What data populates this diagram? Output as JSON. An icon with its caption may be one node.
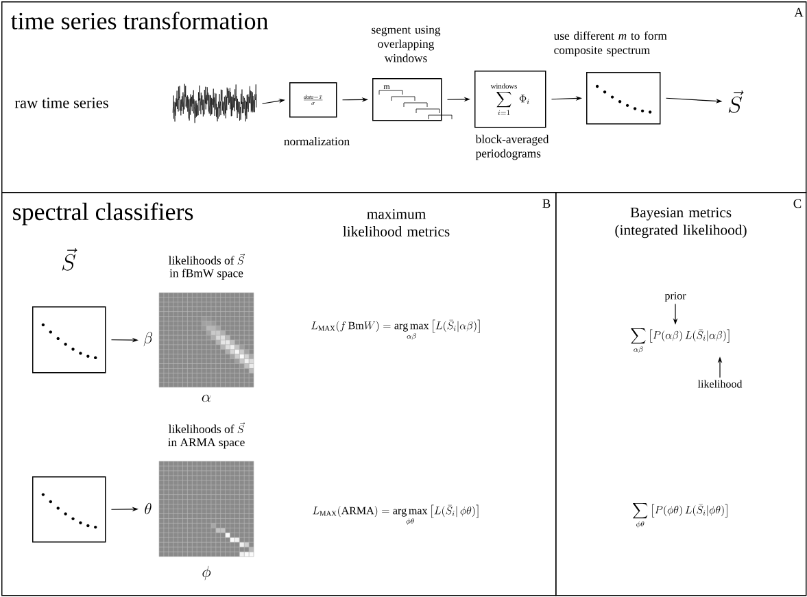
{
  "diagram": {
    "nodes": [
      {
        "text": [
          "time series transformation",
          "A"
        ]
      },
      {
        "text": [
          "raw time series"
        ],
        "in": 0
      },
      {
        "text": [
          "\\frac{\\mathit{data}-\\bar{x}}{\\sigma}"
        ],
        "in": 0,
        "beside": [
          "normalization"
        ]
      },
      {
        "text": [
          "m"
        ],
        "in": 0,
        "beside": [
          "segment using overlapping windows"
        ]
      },
      {
        "text": [
          "\\sum_{i=1}^{\\mathrm{windows}}\\Phi_i"
        ],
        "in": 0,
        "beside": [
          "block-averaged periodograms"
        ]
      },
      {
        "text": [],
        "shape": "box",
        "in": 0,
        "beside": [
          "use different *m* to form composite spectrum"
        ]
      },
      {
        "text": [
          "\\vec{S}"
        ],
        "in": 0
      },
      {
        "text": [
          "spectral classifiers",
          "maximum likelihood metrics",
          "B"
        ]
      },
      {
        "text": [],
        "shape": "box",
        "in": 7
      },
      {
        "text": [],
        "shape": "picture",
        "in": 7,
        "beside": [
          "\\text{likelihoods of }\\vec{S}",
          "in fBmW space",
          "\\beta",
          "\\alpha"
        ]
      },
      {
        "text": [],
        "shape": "box",
        "in": 7
      },
      {
        "text": [],
        "shape": "picture",
        "in": 7,
        "beside": [
          "\\text{likelihoods of }\\vec{S}",
          "in ARMA space",
          "\\theta",
          "\\phi"
        ]
      },
      {
        "text": [
          "Bayesian metrics (integrated likelihood)",
          "C"
        ]
      },
      {
        "text": [
          "prior"
        ],
        "in": 12
      },
      {
        "text": [
          "likelihood"
        ],
        "in": 12
      },
      {
        "text": [
          "\\sum_{\\alpha\\beta}\\left[P(\\alpha\\beta)\\,L(\\bar{S}_i|\\alpha\\beta)\\right]"
        ],
        "in": 12
      }
    ],
    "edges": [
      {
        "from": 1,
        "to": 2,
        "arrow": "to"
      },
      {
        "from": 2,
        "to": 3,
        "arrow": "to"
      },
      {
        "from": 3,
        "to": 4,
        "arrow": "to"
      },
      {
        "from": 4,
        "to": 5,
        "arrow": "to"
      },
      {
        "from": 5,
        "to": 6,
        "arrow": "to"
      },
      {
        "from": 8,
        "to": 9,
        "arrow": "to"
      },
      {
        "from": 10,
        "to": 11,
        "arrow": "to"
      },
      {
        "from": 13,
        "to": 15,
        "arrow": "to"
      },
      {
        "from": 14,
        "to": 15,
        "arrow": "to"
      }
    ],
    "labels": [
      "\\vec{S}",
      "L_{\\mathrm{MAX}}(f\\,\\mathrm{Bm}W)=\\mathop{\\mathrm{arg\\,max}}\\limits_{\\alpha\\beta}\\left[L(\\bar{S}_i|\\alpha\\beta)\\right]",
      "L_{\\mathrm{MAX}}(\\mathrm{ARMA})=\\mathop{\\mathrm{arg\\,max}}\\limits_{\\phi\\theta}\\left[L(\\bar{S}_i|\\,\\phi\\theta)\\right]",
      "\\sum_{\\phi\\theta}\\left[P(\\phi\\theta)\\,L(\\bar{S}_i|\\phi\\theta)\\right]"
    ]
  }
}
